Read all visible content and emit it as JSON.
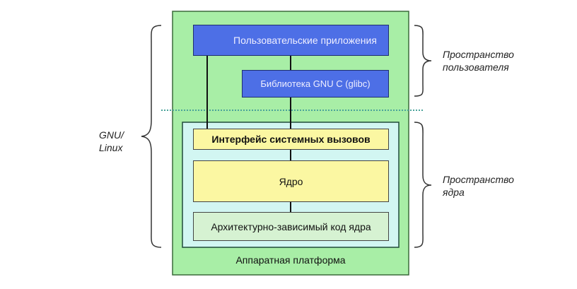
{
  "colors": {
    "platform": "#a8eea6",
    "user_box": "#4d6fe6",
    "kernel_area": "#d2f6f2",
    "yellow": "#fbf7a2",
    "arch": "#d6f2d2"
  },
  "boxes": {
    "user_apps": "Пользовательские приложения",
    "glibc": "Библиотека GNU C (glibc)",
    "syscall": "Интерфейс системных вызовов",
    "kernel": "Ядро",
    "arch": "Архитектурно-зависимый код ядра",
    "hardware": "Аппаратная платформа"
  },
  "labels": {
    "gnu_linux_1": "GNU/",
    "gnu_linux_2": "Linux",
    "user_space_1": "Пространство",
    "user_space_2": "пользователя",
    "kernel_space_1": "Пространство",
    "kernel_space_2": "ядра"
  }
}
